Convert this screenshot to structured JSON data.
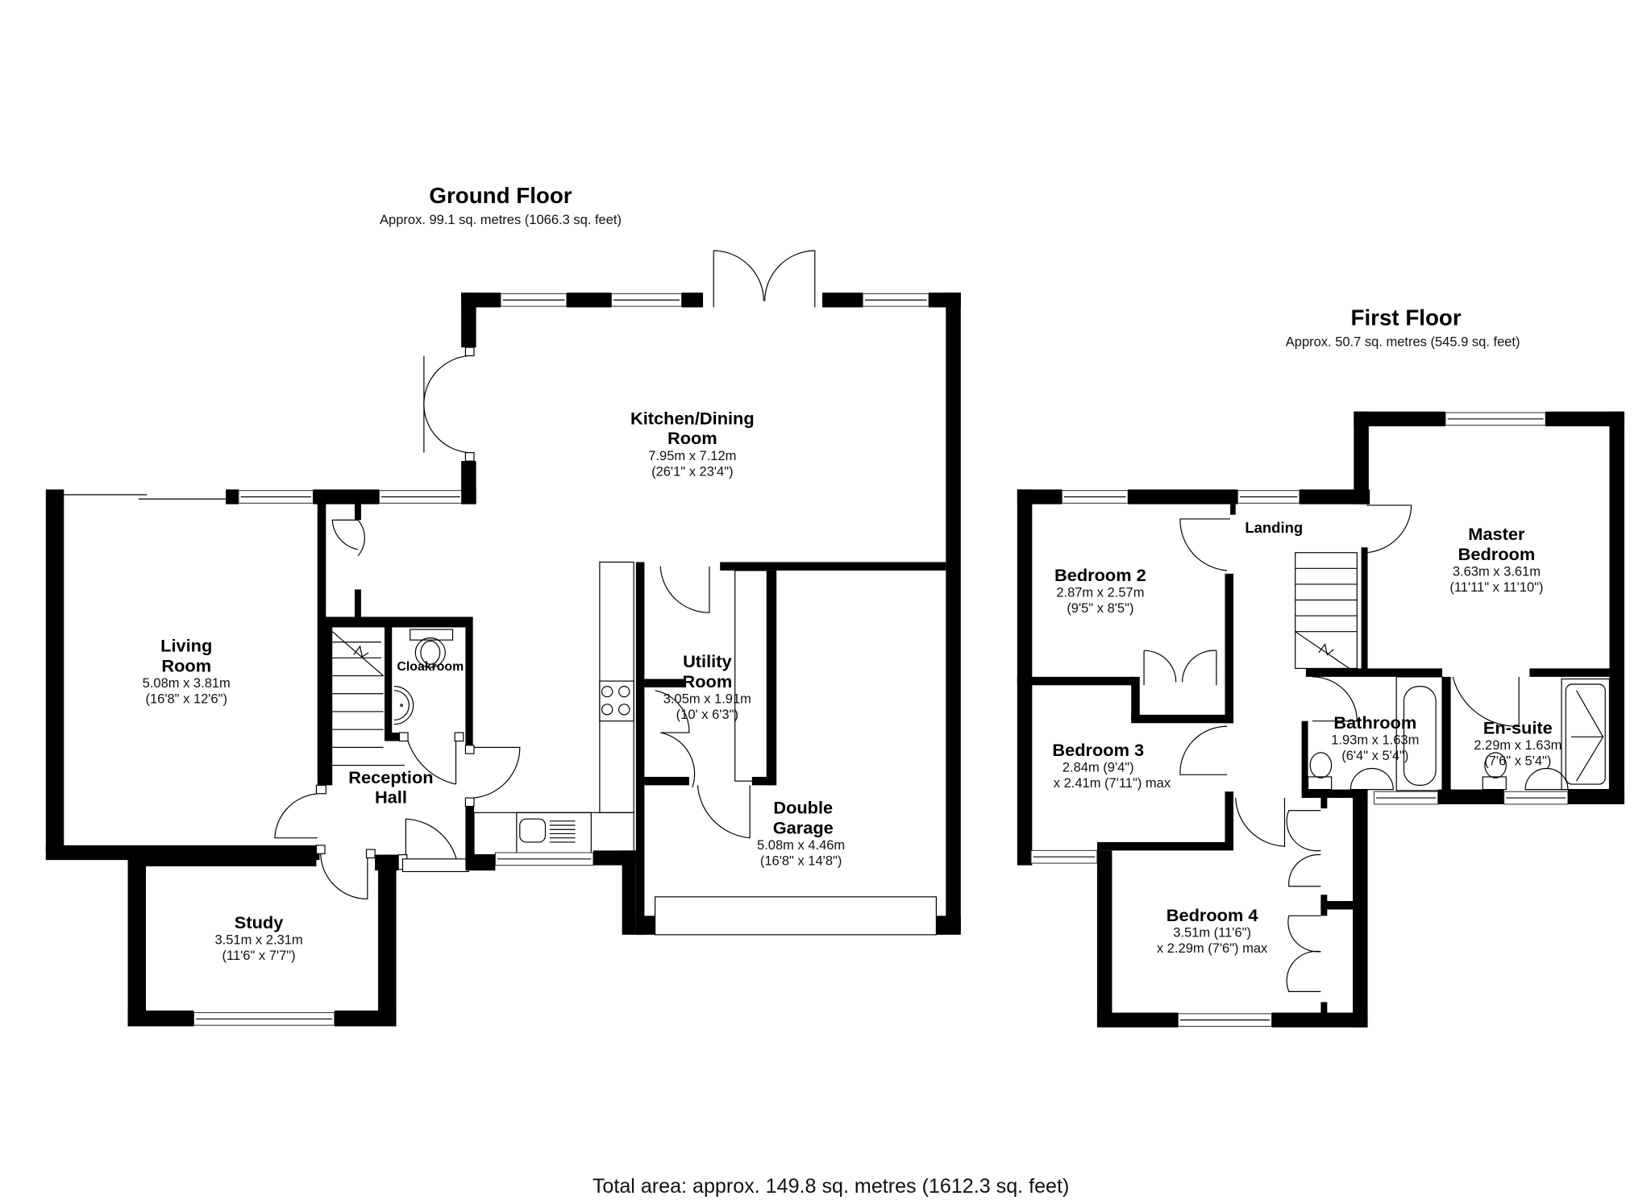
{
  "ground_floor": {
    "title": "Ground Floor",
    "area": "Approx. 99.1 sq. metres (1066.3 sq. feet)",
    "rooms": {
      "kitchen": {
        "name_line1": "Kitchen/Dining",
        "name_line2": "Room",
        "dim_m": "7.95m x 7.12m",
        "dim_ft": "(26'1\" x 23'4\")"
      },
      "living": {
        "name_line1": "Living",
        "name_line2": "Room",
        "dim_m": "5.08m x 3.81m",
        "dim_ft": "(16'8\" x 12'6\")"
      },
      "cloakroom": {
        "name": "Cloakroom"
      },
      "reception": {
        "name_line1": "Reception",
        "name_line2": "Hall"
      },
      "utility": {
        "name_line1": "Utility",
        "name_line2": "Room",
        "dim_m": "3.05m x 1.91m",
        "dim_ft": "(10' x 6'3\")"
      },
      "garage": {
        "name_line1": "Double",
        "name_line2": "Garage",
        "dim_m": "5.08m x 4.46m",
        "dim_ft": "(16'8\" x 14'8\")"
      },
      "study": {
        "name": "Study",
        "dim_m": "3.51m x 2.31m",
        "dim_ft": "(11'6\" x 7'7\")"
      }
    }
  },
  "first_floor": {
    "title": "First Floor",
    "area": "Approx. 50.7 sq. metres (545.9 sq. feet)",
    "rooms": {
      "landing": {
        "name": "Landing"
      },
      "master": {
        "name_line1": "Master",
        "name_line2": "Bedroom",
        "dim_m": "3.63m x 3.61m",
        "dim_ft": "(11'11\" x 11'10\")"
      },
      "bedroom2": {
        "name": "Bedroom 2",
        "dim_m": "2.87m x 2.57m",
        "dim_ft": "(9'5\" x 8'5\")"
      },
      "bedroom3": {
        "name": "Bedroom 3",
        "dim_line1": "2.84m (9'4\")",
        "dim_line2": "x 2.41m (7'11\") max"
      },
      "bathroom": {
        "name": "Bathroom",
        "dim_m": "1.93m x 1.63m",
        "dim_ft": "(6'4\" x 5'4\")"
      },
      "ensuite": {
        "name": "En-suite",
        "dim_m": "2.29m x 1.63m",
        "dim_ft": "(7'6\" x 5'4\")"
      },
      "bedroom4": {
        "name": "Bedroom 4",
        "dim_line1": "3.51m (11'6\")",
        "dim_line2": "x 2.29m (7'6\") max"
      }
    }
  },
  "total_area": "Total area: approx. 149.8 sq. metres (1612.3 sq. feet)",
  "colors": {
    "wall": "#000000",
    "background": "#ffffff",
    "line": "#000000"
  }
}
